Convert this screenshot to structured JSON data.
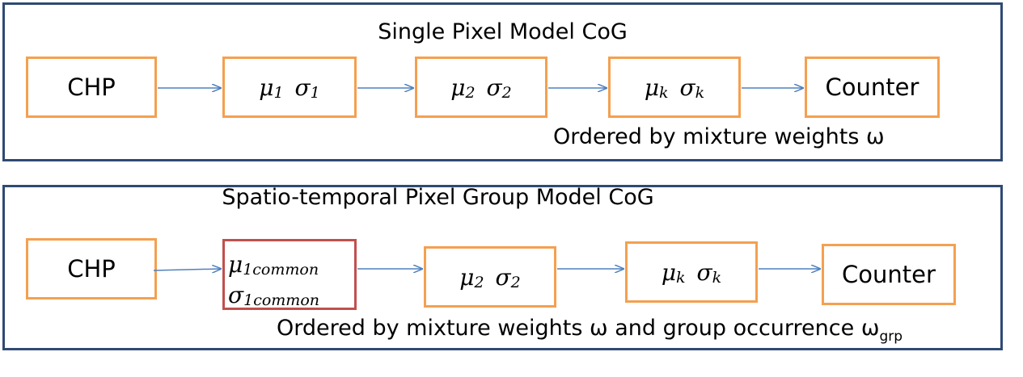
{
  "single": {
    "title": "Single Pixel Model CoG",
    "nodes": {
      "chp": "CHP",
      "g1_mu": "μ",
      "g1_mu_sub": "1",
      "g1_sigma": "σ",
      "g1_sigma_sub": "1",
      "g2_mu": "μ",
      "g2_mu_sub": "2",
      "g2_sigma": "σ",
      "g2_sigma_sub": "2",
      "gk_mu": "μ",
      "gk_mu_sub": "k",
      "gk_sigma": "σ",
      "gk_sigma_sub": "k",
      "counter": "Counter"
    },
    "note": "Ordered by mixture weights ω"
  },
  "group": {
    "title": "Spatio-temporal Pixel Group Model CoG",
    "nodes": {
      "chp": "CHP",
      "c_mu": "μ",
      "c_mu_sub": "1common",
      "c_sigma": "σ",
      "c_sigma_sub": "1common",
      "g2_mu": "μ",
      "g2_mu_sub": "2",
      "g2_sigma": "σ",
      "g2_sigma_sub": "2",
      "gk_mu": "μ",
      "gk_mu_sub": "k",
      "gk_sigma": "σ",
      "gk_sigma_sub": "k",
      "counter": "Counter"
    },
    "note": "Ordered by mixture weights ω and group occurrence ω",
    "note_sub": "grp"
  },
  "colors": {
    "panel_border": "#2f4a73",
    "node_border": "#f4a050",
    "highlight_border": "#c0504d",
    "arrow": "#4f81bd"
  }
}
